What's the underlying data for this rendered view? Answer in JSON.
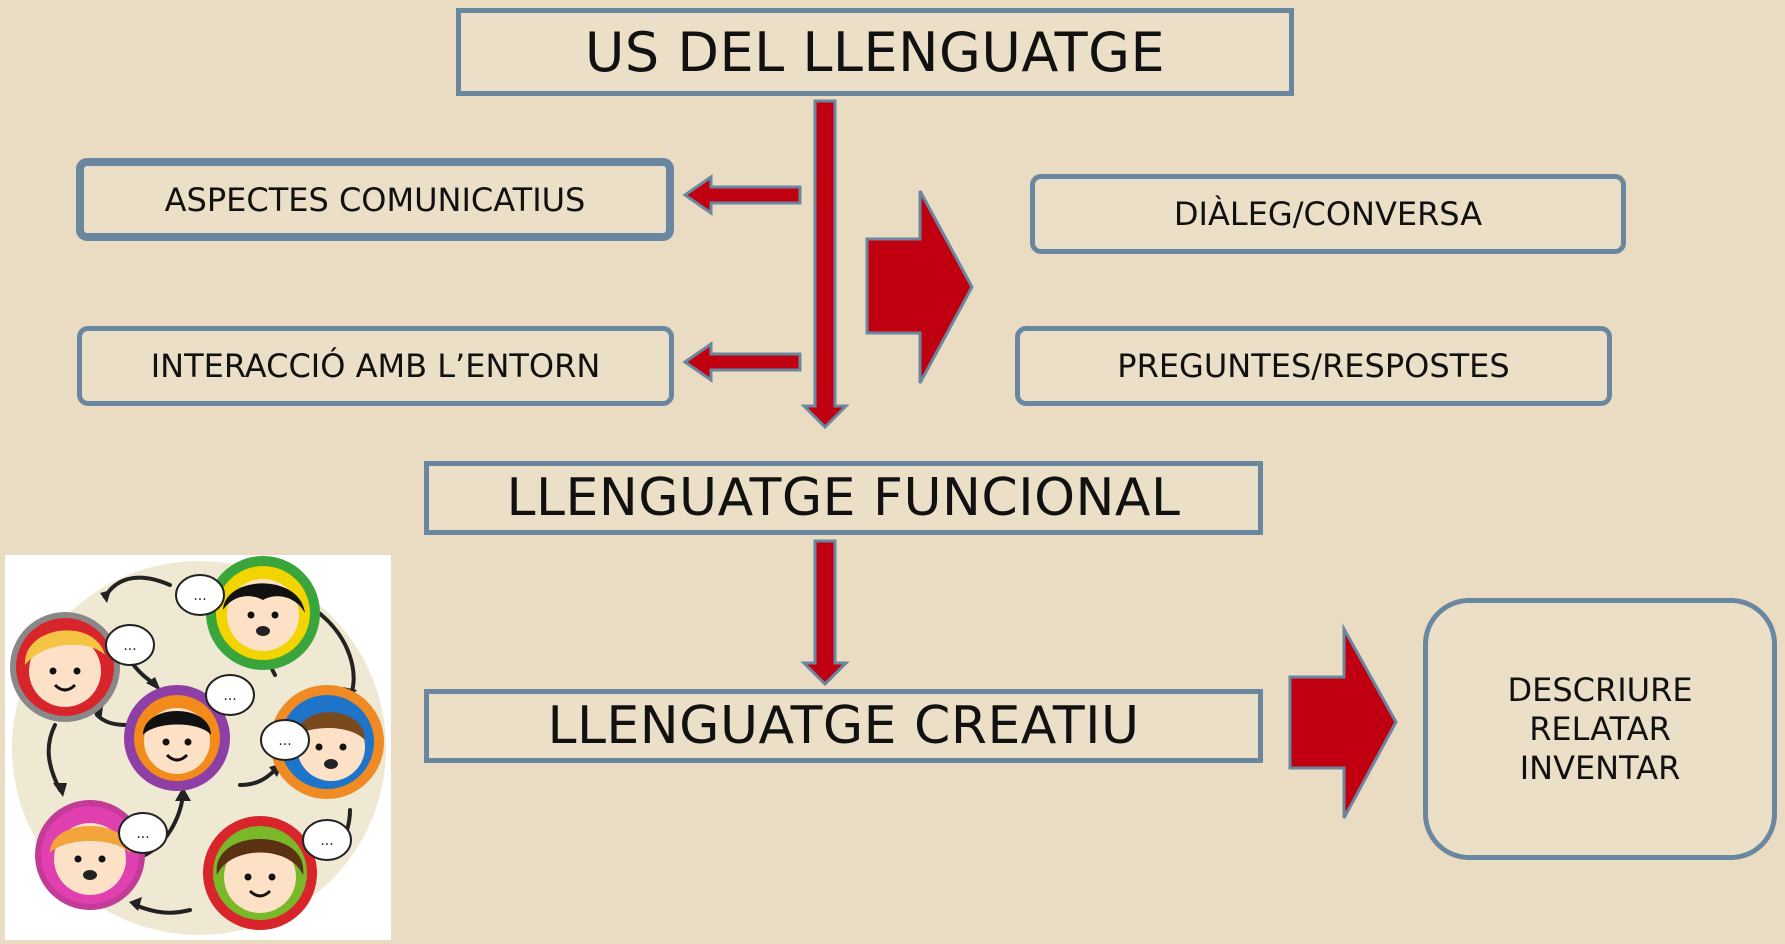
{
  "diagram": {
    "top_title": "US DEL LLENGUATGE",
    "left_items": [
      "ASPECTES COMUNICATIUS",
      "INTERACCIÓ AMB L’ENTORN"
    ],
    "right_items": [
      "DIÀLEG/CONVERSA",
      "PREGUNTES/RESPOSTES"
    ],
    "functional": "LLENGUATGE FUNCIONAL",
    "creative": "LLENGUATGE CREATIU",
    "creative_outputs": [
      "DESCRIURE",
      "RELATAR",
      "INVENTAR"
    ]
  },
  "illustration": {
    "icon": "children-talking-circle-icon",
    "speech_text": "..."
  },
  "colors": {
    "background": "#e9dcc3",
    "box_border": "#6a87a0",
    "arrow_fill": "#c00010",
    "arrow_stroke": "#6a87a0"
  }
}
